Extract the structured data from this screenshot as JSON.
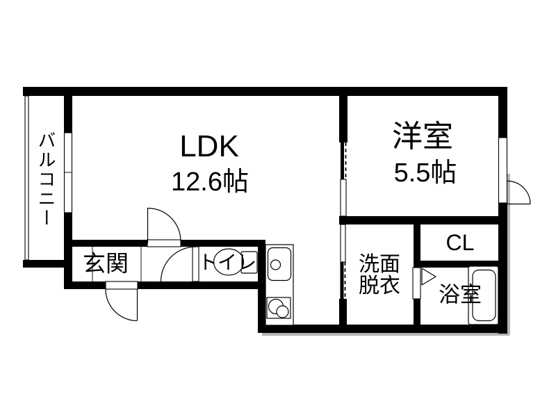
{
  "rooms": {
    "balcony": {
      "label": "バルコニー"
    },
    "ldk": {
      "label": "LDK",
      "size": "12.6帖"
    },
    "western_room": {
      "label": "洋室",
      "size": "5.5帖"
    },
    "entrance": {
      "label": "玄関"
    },
    "toilet": {
      "label": "トイレ"
    },
    "washroom": {
      "line1": "洗面",
      "line2": "脱衣"
    },
    "closet": {
      "label": "CL"
    },
    "bathroom": {
      "label": "浴室"
    }
  },
  "colors": {
    "wall": "#000000",
    "background": "#ffffff",
    "shadow": "#b4b4b4"
  }
}
